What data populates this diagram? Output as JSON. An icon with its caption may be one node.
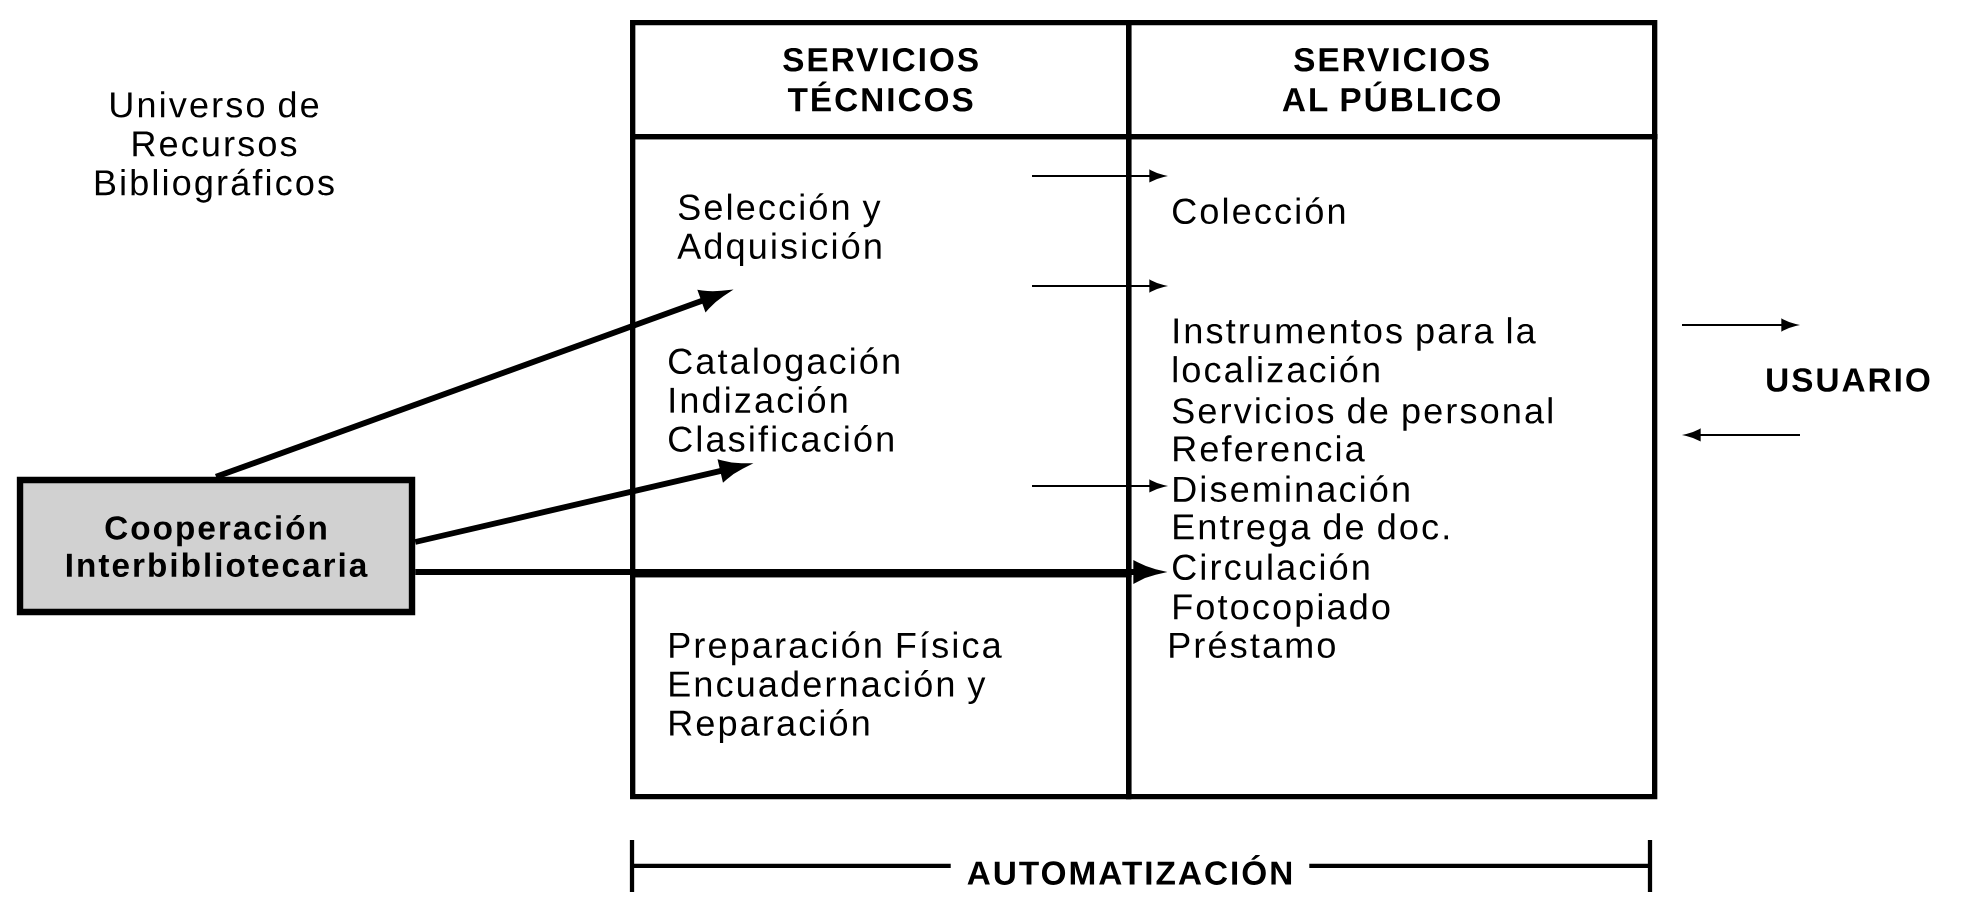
{
  "diagram": {
    "nodes": [
      {
        "text": [
          "Universo de Recursos Bibliográficos"
        ]
      },
      {
        "text": [
          "Cooperación Interbibliotecaria"
        ]
      },
      {
        "text": [
          "SERVICIOS TÉCNICOS"
        ]
      },
      {
        "text": [
          "SERVICIOS AL PÚBLICO"
        ]
      },
      {
        "text": [],
        "shape": "box"
      },
      {
        "text": [
          "Selección y Adquisición"
        ],
        "in": 4
      },
      {
        "text": [
          "Catalogación Indización Clasificación"
        ],
        "in": 4
      },
      {
        "text": [],
        "shape": "box"
      },
      {
        "text": [
          "Preparación Física Encuadernación y Reparación"
        ],
        "in": 7
      },
      {
        "text": [],
        "shape": "box"
      },
      {
        "text": [
          "Colección"
        ],
        "in": 9
      },
      {
        "text": [
          "Instrumentos para la localización"
        ],
        "in": 9
      },
      {
        "text": [
          "Servicios de personal"
        ],
        "in": 9
      },
      {
        "text": [
          "Referencia"
        ],
        "in": 9
      },
      {
        "text": [
          "Diseminación"
        ],
        "in": 9
      },
      {
        "text": [
          "Entrega de doc."
        ],
        "in": 9
      },
      {
        "text": [
          "Circulación"
        ],
        "in": 9
      },
      {
        "text": [
          "Fotocopiado"
        ],
        "in": 9
      },
      {
        "text": [
          "Préstamo"
        ],
        "in": 9
      },
      {
        "text": [
          "USUARIO"
        ]
      }
    ],
    "edges": [
      {
        "from": 1,
        "to": 5,
        "arrow": "to",
        "style": "thick"
      },
      {
        "from": 1,
        "to": 6,
        "arrow": "to",
        "style": "thick"
      },
      {
        "from": 1,
        "to": 16,
        "arrow": "to",
        "style": "thick"
      },
      {
        "from": null,
        "to": 10,
        "arrow": "to"
      },
      {
        "from": null,
        "to": 11,
        "arrow": "to"
      },
      {
        "from": null,
        "to": 14,
        "arrow": "to"
      },
      {
        "from": null,
        "to": 19,
        "arrow": "to"
      },
      {
        "from": 19,
        "to": null,
        "arrow": "to"
      }
    ],
    "labels": [
      "AUTOMATIZACIÓN"
    ]
  }
}
